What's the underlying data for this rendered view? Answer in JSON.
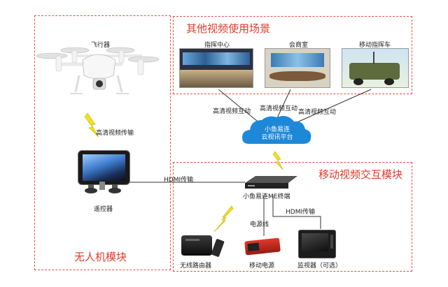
{
  "modules": {
    "drone_module": "无人机模块",
    "other_scenes": "其他视频使用场景",
    "mobile_module": "移动视频交互模块"
  },
  "devices": {
    "aircraft": "飞行器",
    "remote": "遥控器",
    "me_terminal": "小鱼易连ME终端",
    "router": "无线路由器",
    "power": "移动电源",
    "monitor": "监视器（可选）"
  },
  "scenes": {
    "command_center": "指挥中心",
    "meeting_room": "会商室",
    "command_vehicle": "移动指挥车"
  },
  "cloud": {
    "line1": "小鱼易连",
    "line2": "云视讯平台"
  },
  "links": {
    "hd_video_transmission": "高清视频传输",
    "hdmi_left": "HDMI传输",
    "hdmi_right": "HDMI传输",
    "power_cable": "电源线",
    "hd_interact_1": "高清视频互动",
    "hd_interact_2": "高清视频互动",
    "hd_interact_3": "高清视频互动"
  },
  "colors": {
    "module_border": "#e8504a",
    "module_title": "#e23a2c",
    "lightning": "#f0e020",
    "cloud": "#1e88d8",
    "line": "#333333"
  }
}
